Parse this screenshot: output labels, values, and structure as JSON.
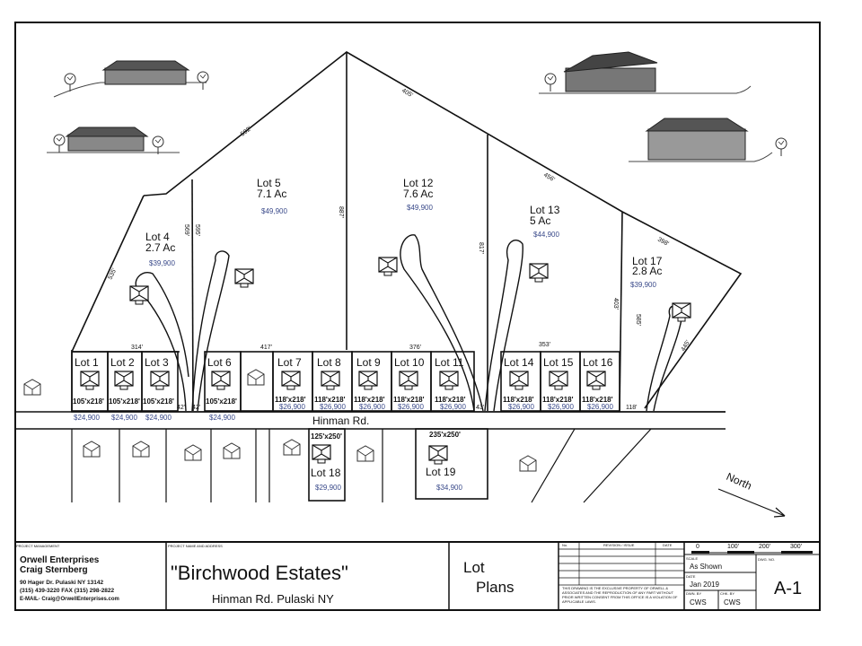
{
  "drawing": {
    "big_lots": [
      {
        "name": "Lot 5",
        "acres": "7.1 Ac",
        "price": "$49,900"
      },
      {
        "name": "Lot 12",
        "acres": "7.6 Ac",
        "price": "$49,900"
      },
      {
        "name": "Lot 4",
        "acres": "2.7 Ac",
        "price": "$39,900"
      },
      {
        "name": "Lot 13",
        "acres": "5 Ac",
        "price": "$44,900"
      },
      {
        "name": "Lot 17",
        "acres": "2.8 Ac",
        "price": "$39,900"
      }
    ],
    "small_lots": [
      {
        "name": "Lot 1",
        "size": "105'x218'",
        "price": "$24,900"
      },
      {
        "name": "Lot 2",
        "size": "105'x218'",
        "price": "$24,900"
      },
      {
        "name": "Lot 3",
        "size": "105'x218'",
        "price": "$24,900"
      },
      {
        "name": "Lot 6",
        "size": "105'x218'",
        "price": "$24,900"
      },
      {
        "name": "Lot 7",
        "size": "118'x218'",
        "price": "$26,900"
      },
      {
        "name": "Lot 8",
        "size": "118'x218'",
        "price": "$26,900"
      },
      {
        "name": "Lot 9",
        "size": "118'x218'",
        "price": "$26,900"
      },
      {
        "name": "Lot 10",
        "size": "118'x218'",
        "price": "$26,900"
      },
      {
        "name": "Lot 11",
        "size": "118'x218'",
        "price": "$26,900"
      },
      {
        "name": "Lot 14",
        "size": "118'x218'",
        "price": "$26,900"
      },
      {
        "name": "Lot 15",
        "size": "118'x218'",
        "price": "$26,900"
      },
      {
        "name": "Lot 16",
        "size": "118'x218'",
        "price": "$26,900"
      }
    ],
    "south_lots": [
      {
        "name": "Lot 18",
        "size": "125'x250'",
        "price": "$29,900"
      },
      {
        "name": "Lot 19",
        "size": "235'x250'",
        "price": "$34,900"
      }
    ],
    "road_name": "Hinman Rd.",
    "north_label": "North",
    "dimensions": {
      "d592": "592'",
      "d405": "405'",
      "d456": "456'",
      "d398": "398'",
      "d535": "535'",
      "d569": "569'",
      "d595": "595'",
      "d887": "887'",
      "d817": "817'",
      "d403": "403'",
      "d585": "585'",
      "d445": "445'",
      "d314": "314'",
      "d417": "417'",
      "d376": "376'",
      "d353": "353'",
      "d42a": "42'",
      "d42b": "42'",
      "d43": "43'",
      "d118": "118'"
    }
  },
  "title_block": {
    "owner_header": "PROJECT MANAGEMENT",
    "company": "Orwell Enterprises",
    "person": "Craig Sternberg",
    "address": "90 Hager Dr. Pulaski NY 13142",
    "phone": "(315) 439-3220  FAX (315) 298-2822",
    "email": "E-MAIL- Craig@OrwellEnterprises.com",
    "project_header": "PROJECT NAME AND ADDRESS",
    "project_name": "\"Birchwood Estates\"",
    "project_address": "Hinman Rd. Pulaski NY",
    "sheet_title_1": "Lot",
    "sheet_title_2": "Plans",
    "rev_headers": [
      "No.",
      "REVISION / ISSUE",
      "DATE"
    ],
    "notice": "THIS DRAWING IS THE EXCLUSIVE PROPERTY OF ORWELL & ASSOCIATES AND THE REPRODUCTION OF ANY PART WITHOUT PRIOR WRITTEN CONSENT FROM THIS OFFICE IS A VIOLATION OF APPLICABLE LAWS.",
    "scale_ticks": [
      "0",
      "100'",
      "200'",
      "300'"
    ],
    "scale_label": "SCALE",
    "scale_value": "As Shown",
    "date_label": "DATE",
    "date_value": "Jan 2019",
    "drawn_label": "DWN. BY",
    "drawn_value": "CWS",
    "checked_label": "CHK. BY",
    "checked_value": "CWS",
    "sheet_label": "DWG. NO.",
    "sheet_no": "A-1"
  }
}
